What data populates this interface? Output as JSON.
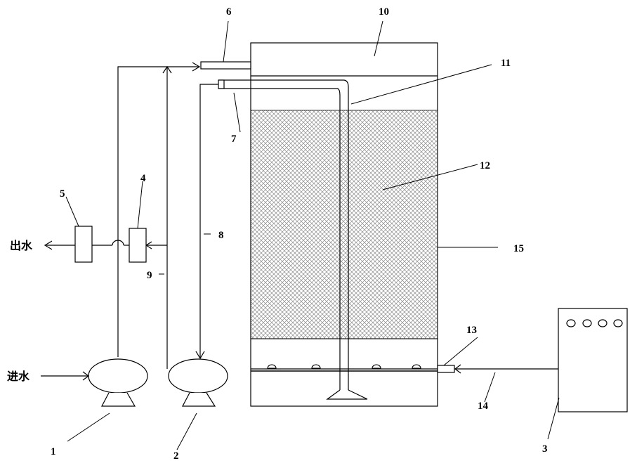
{
  "labels": {
    "n1": "1",
    "n2": "2",
    "n3": "3",
    "n4": "4",
    "n5": "5",
    "n6": "6",
    "n7": "7",
    "n8": "8",
    "n9": "9",
    "n10": "10",
    "n11": "11",
    "n12": "12",
    "n13": "13",
    "n14": "14",
    "n15": "15"
  },
  "text": {
    "outlet": "出水",
    "inlet": "进水"
  },
  "colors": {
    "line": "#000000",
    "packing": "#d9d9d9"
  }
}
